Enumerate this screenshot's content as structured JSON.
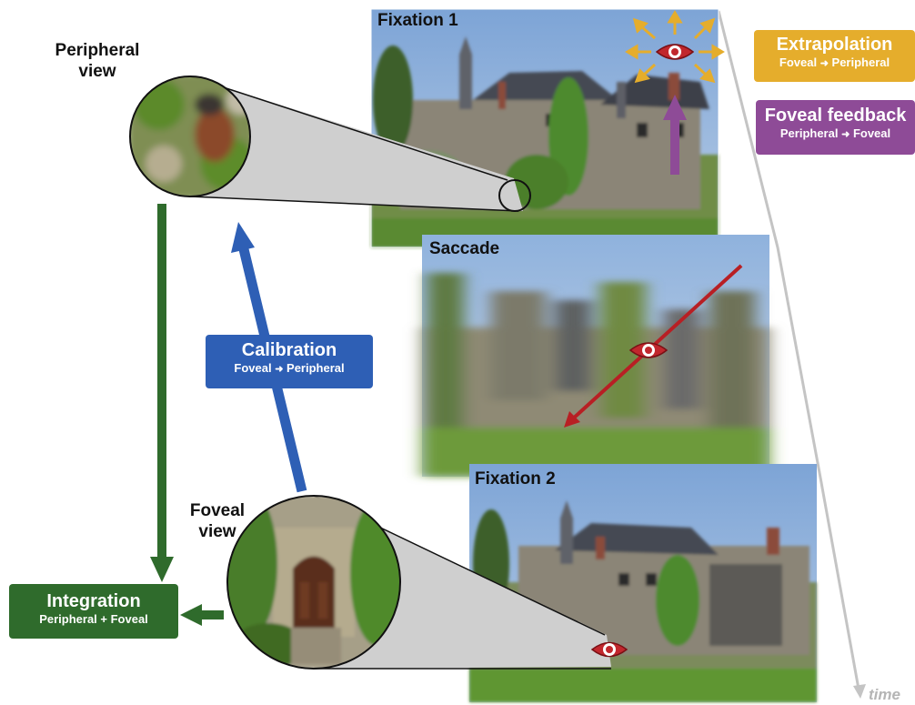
{
  "labels": {
    "peripheral_view": "Peripheral view",
    "foveal_view": "Foveal view",
    "time": "time"
  },
  "panels": {
    "fixation1": "Fixation 1",
    "saccade": "Saccade",
    "fixation2": "Fixation 2"
  },
  "boxes": {
    "calibration": {
      "title": "Calibration",
      "from": "Foveal",
      "to": "Peripheral",
      "color": "#2e5fb5"
    },
    "integration": {
      "title": "Integration",
      "sub": "Peripheral + Foveal",
      "color": "#2f6b2c"
    },
    "extrapolation": {
      "title": "Extrapolation",
      "from": "Foveal",
      "to": "Peripheral",
      "color": "#e5ad2c"
    },
    "foveal_feedback": {
      "title": "Foveal feedback",
      "from": "Peripheral",
      "to": "Foveal",
      "color": "#8e4b97"
    }
  },
  "colors": {
    "saccade_arrow": "#b81f24",
    "eye_icon": "#c1272d",
    "time_axis": "#c4c4c4"
  }
}
